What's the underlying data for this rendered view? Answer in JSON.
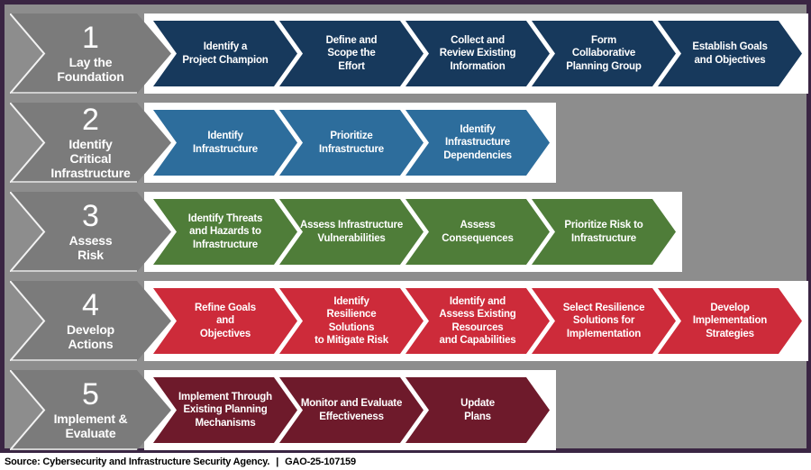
{
  "diagram": {
    "background_color": "#8D8D8D",
    "border_color": "#3A2543",
    "phase_arrow_color": "#7B7B7B",
    "text_color": "#FFFFFF",
    "phases": [
      {
        "number": "1",
        "label": "Lay the\nFoundation",
        "step_color": "#17395C",
        "steps": [
          "Identify a\nProject Champion",
          "Define and\nScope the\nEffort",
          "Collect and\nReview Existing\nInformation",
          "Form\nCollaborative\nPlanning Group",
          "Establish Goals\nand Objectives"
        ]
      },
      {
        "number": "2",
        "label": "Identify\nCritical\nInfrastructure",
        "step_color": "#2D6D9C",
        "steps": [
          "Identify\nInfrastructure",
          "Prioritize\nInfrastructure",
          "Identify\nInfrastructure\nDependencies"
        ]
      },
      {
        "number": "3",
        "label": "Assess\nRisk",
        "step_color": "#4F7D39",
        "steps": [
          "Identify Threats\nand Hazards to\nInfrastructure",
          "Assess Infrastructure\nVulnerabilities",
          "Assess\nConsequences",
          "Prioritize Risk to\nInfrastructure"
        ]
      },
      {
        "number": "4",
        "label": "Develop\nActions",
        "step_color": "#CD2B3A",
        "steps": [
          "Refine Goals\nand\nObjectives",
          "Identify\nResilience\nSolutions\nto Mitigate Risk",
          "Identify and\nAssess Existing\nResources\nand Capabilities",
          "Select Resilience\nSolutions for\nImplementation",
          "Develop\nImplementation\nStrategies"
        ]
      },
      {
        "number": "5",
        "label": "Implement &\nEvaluate",
        "step_color": "#6E1A2B",
        "steps": [
          "Implement Through\nExisting Planning\nMechanisms",
          "Monitor and Evaluate\nEffectiveness",
          "Update\nPlans"
        ]
      }
    ]
  },
  "footer": {
    "source_text": "Source: Cybersecurity and Infrastructure Security Agency.",
    "separator": "|",
    "report_number": "GAO-25-107159"
  }
}
